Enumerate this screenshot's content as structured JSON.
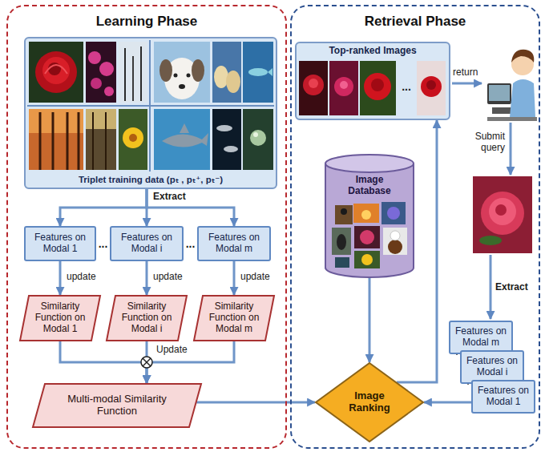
{
  "diagram": {
    "nodes": [
      {
        "text": [
          "Learning Phase"
        ]
      },
      {
        "text": [
          "Triplet training data (pₜ , pₜ⁺, pₜ⁻)"
        ],
        "in": 0
      },
      {
        "text": [
          "Features on Modal 1"
        ],
        "in": 0
      },
      {
        "text": [
          "Features on Modal i"
        ],
        "in": 0
      },
      {
        "text": [
          "Features on Modal m"
        ],
        "in": 0
      },
      {
        "text": [
          "Similarity Function on Modal 1"
        ],
        "in": 0
      },
      {
        "text": [
          "Similarity Function on Modal i"
        ],
        "in": 0
      },
      {
        "text": [
          "Similarity Function on Modal m"
        ],
        "in": 0
      },
      {
        "text": [
          "Multi-modal Similarity Function"
        ],
        "in": 0
      },
      {
        "text": [
          "Retrieval Phase"
        ]
      },
      {
        "text": [
          "Top-ranked Images"
        ],
        "in": 9
      },
      {
        "text": [
          "Image Database"
        ],
        "in": 9
      },
      {
        "text": [
          "Image Ranking"
        ],
        "in": 9
      },
      {
        "text": [
          "Features on Modal m"
        ],
        "in": 9
      },
      {
        "text": [
          "Features on Modal i"
        ],
        "in": 9
      },
      {
        "text": [
          "Features on Modal 1"
        ],
        "in": 9
      }
    ],
    "edges": [
      {
        "from": 1,
        "to": 2,
        "arrow": "to"
      },
      {
        "from": 1,
        "to": 3,
        "label": "Extract",
        "arrow": "to"
      },
      {
        "from": 1,
        "to": 4,
        "arrow": "to"
      },
      {
        "from": 2,
        "to": 5,
        "label": "update",
        "arrow": "to"
      },
      {
        "from": 3,
        "to": 6,
        "label": "update",
        "arrow": "to"
      },
      {
        "from": 4,
        "to": 7,
        "label": "update",
        "arrow": "to"
      },
      {
        "from": 5,
        "to": 8,
        "arrow": "to"
      },
      {
        "from": 6,
        "to": 8,
        "label": "Update",
        "arrow": "to"
      },
      {
        "from": 7,
        "to": 8,
        "arrow": "to"
      },
      {
        "from": 8,
        "to": 12,
        "arrow": "to"
      },
      {
        "from": 11,
        "to": 12,
        "arrow": "to"
      },
      {
        "from": 15,
        "to": 12,
        "arrow": "to"
      },
      {
        "from": 12,
        "to": 10,
        "arrow": "to"
      }
    ],
    "labels": [
      "...",
      "...",
      "...",
      "return",
      "Submit query",
      "Extract"
    ]
  }
}
